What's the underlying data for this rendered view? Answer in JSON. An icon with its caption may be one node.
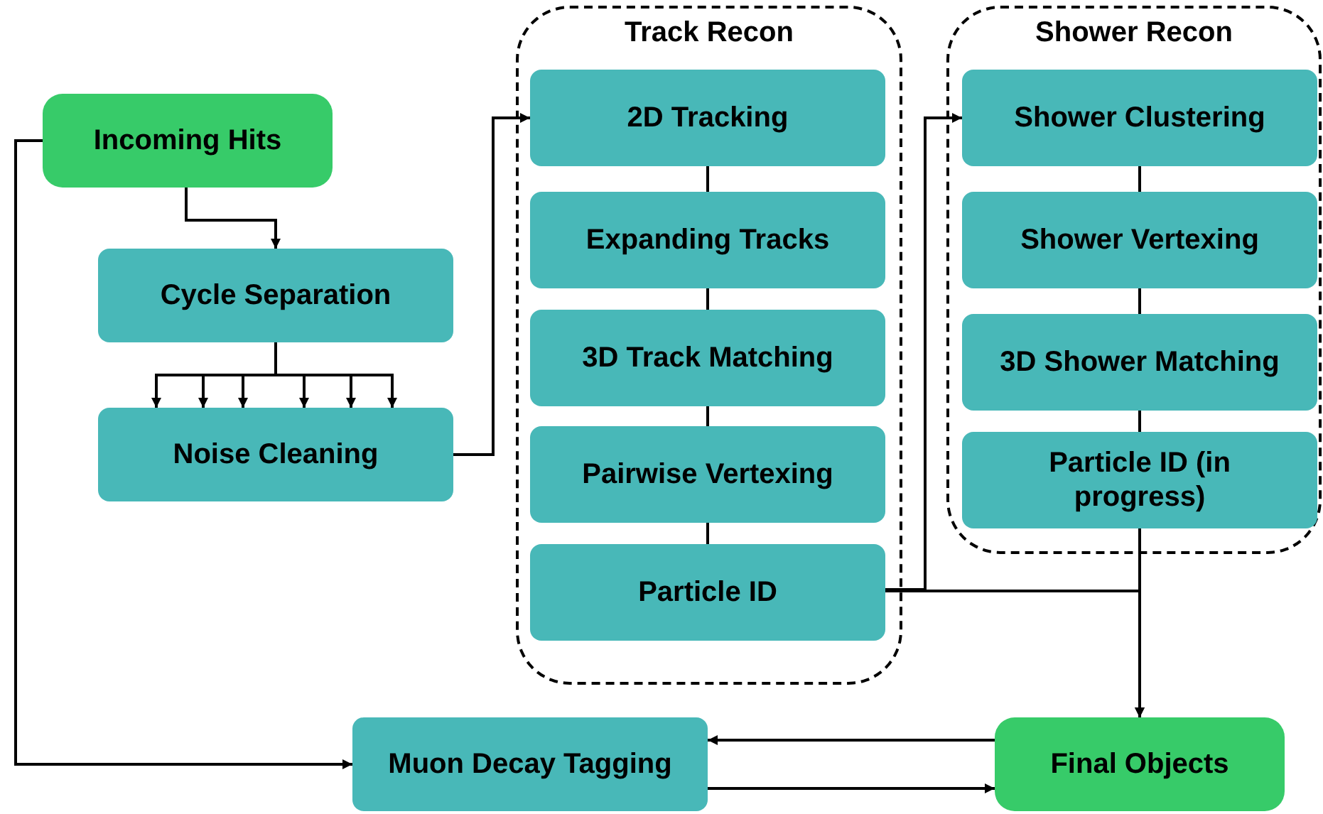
{
  "diagram": {
    "nodes": [
      {
        "text": [
          "Incoming Hits"
        ]
      },
      {
        "text": [
          "Cycle Separation"
        ]
      },
      {
        "text": [
          "Noise Cleaning"
        ]
      },
      {
        "text": [
          "Track Recon"
        ]
      },
      {
        "text": [
          "2D Tracking"
        ],
        "in": 3
      },
      {
        "text": [
          "Expanding Tracks"
        ],
        "in": 3
      },
      {
        "text": [
          "3D Track Matching"
        ],
        "in": 3
      },
      {
        "text": [
          "Pairwise Vertexing"
        ],
        "in": 3
      },
      {
        "text": [
          "Particle ID"
        ],
        "in": 3
      },
      {
        "text": [
          "Shower Recon"
        ]
      },
      {
        "text": [
          "Shower Clustering"
        ],
        "in": 9
      },
      {
        "text": [
          "Shower Vertexing"
        ],
        "in": 9
      },
      {
        "text": [
          "3D Shower Matching"
        ],
        "in": 9
      },
      {
        "text": [
          "Particle ID (in progress)"
        ],
        "in": 9
      },
      {
        "text": [
          "Muon Decay Tagging"
        ]
      },
      {
        "text": [
          "Final Objects"
        ]
      }
    ],
    "edges": [
      {
        "from": 0,
        "to": 1,
        "arrow": "to"
      },
      {
        "from": 1,
        "to": 2,
        "arrow": "to"
      },
      {
        "from": 1,
        "to": 2,
        "arrow": "to"
      },
      {
        "from": 1,
        "to": 2,
        "arrow": "to"
      },
      {
        "from": 1,
        "to": 2,
        "arrow": "to"
      },
      {
        "from": 1,
        "to": 2,
        "arrow": "to"
      },
      {
        "from": 1,
        "to": 2,
        "arrow": "to"
      },
      {
        "from": 2,
        "to": 4,
        "arrow": "to"
      },
      {
        "from": 4,
        "to": 5,
        "arrow": "none"
      },
      {
        "from": 5,
        "to": 6,
        "arrow": "none"
      },
      {
        "from": 6,
        "to": 7,
        "arrow": "none"
      },
      {
        "from": 7,
        "to": 8,
        "arrow": "none"
      },
      {
        "from": 8,
        "to": 10,
        "arrow": "to"
      },
      {
        "from": 10,
        "to": 11,
        "arrow": "none"
      },
      {
        "from": 11,
        "to": 12,
        "arrow": "none"
      },
      {
        "from": 12,
        "to": 13,
        "arrow": "none"
      },
      {
        "from": 8,
        "to": 15,
        "arrow": "to"
      },
      {
        "from": 13,
        "to": 15,
        "arrow": "to"
      },
      {
        "from": 0,
        "to": 14,
        "arrow": "to"
      },
      {
        "from": 15,
        "to": 14,
        "arrow": "to"
      },
      {
        "from": 14,
        "to": 15,
        "arrow": "to"
      }
    ]
  }
}
